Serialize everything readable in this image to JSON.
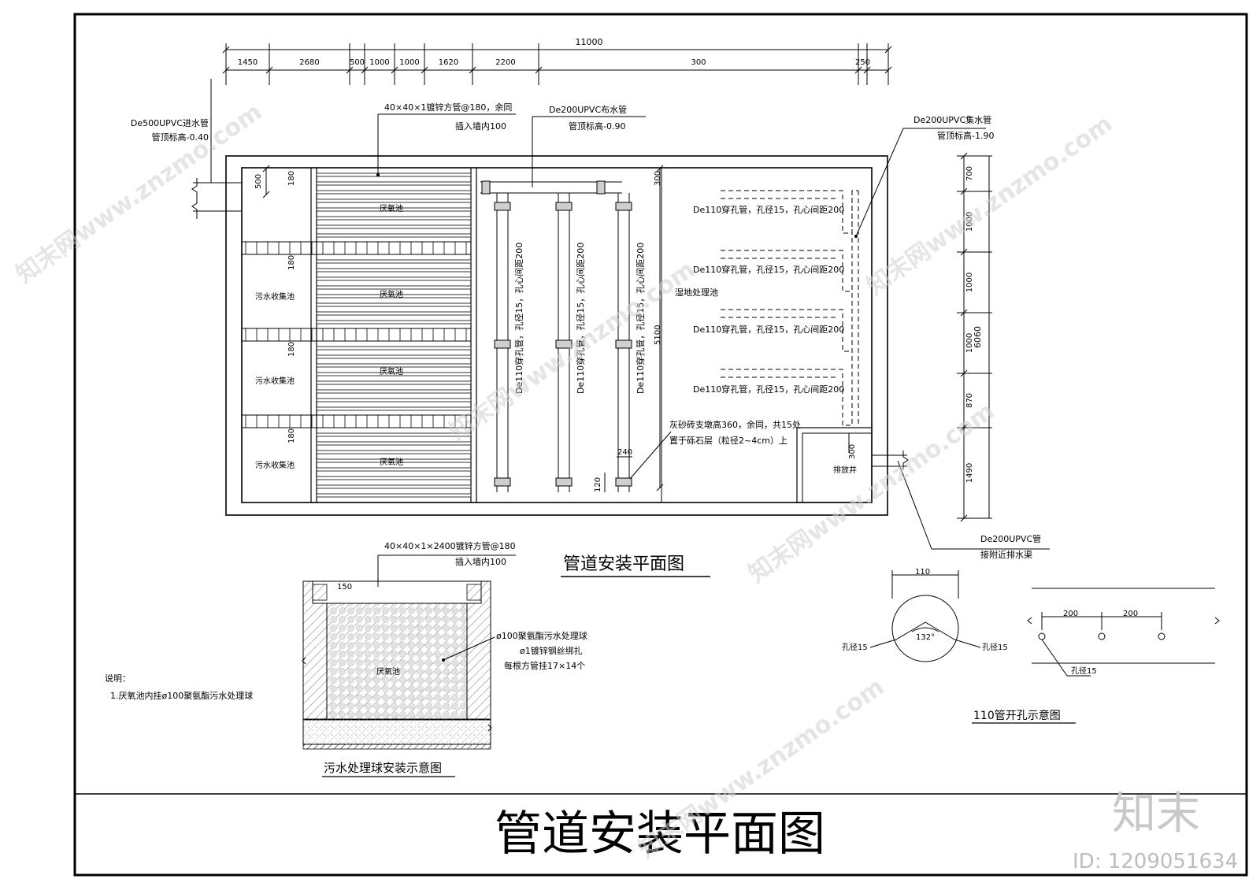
{
  "main_title": "管道安装平面图",
  "plan_title": "管道安装平面图",
  "dims_top": {
    "total": "11000",
    "segments": [
      "1450",
      "2680",
      "500",
      "1000",
      "1000",
      "1620",
      "2200",
      "300",
      "250"
    ]
  },
  "dims_right": {
    "total": "6060",
    "segments": [
      "700",
      "1000",
      "1000",
      "1000",
      "870",
      "1490"
    ]
  },
  "dims_inner": {
    "d500": "500",
    "d180": "180",
    "d300_top": "300",
    "d5100": "5100",
    "d240": "240",
    "d120": "120",
    "d300_pit": "300"
  },
  "labels": {
    "inlet_pipe_1": "De500UPVC进水管",
    "inlet_pipe_2": "管顶标高-0.40",
    "square_tube_1": "40×40×1镀锌方管@180，余同",
    "square_tube_2": "插入墙内100",
    "dist_pipe_1": "De200UPVC布水管",
    "dist_pipe_2": "管顶标高-0.90",
    "collect_pipe_1": "De200UPVC集水管",
    "collect_pipe_2": "管顶标高-1.90",
    "anaerobic_tank": "厌氧池",
    "sewage_collect": "污水收集池",
    "wetland": "湿地处理池",
    "perf_pipe_vert": "De110穿孔管，孔径15，孔心间距200",
    "perf_pipe_horz": "De110穿孔管，孔径15，孔心间距200",
    "brick_pier_1": "灰砂砖支墩高360，余同，共15处",
    "brick_pier_2": "置于砾石层（粒径2~4cm）上",
    "drain_well": "排放井",
    "outlet_1": "De200UPVC管",
    "outlet_2": "接附近排水渠"
  },
  "detail_ball": {
    "tube_1": "40×40×1×2400镀锌方管@180",
    "tube_2": "插入墙内100",
    "dim150": "150",
    "tank": "厌氧池",
    "ball_1": "ø100聚氨酯污水处理球",
    "ball_2": "ø1镀锌钢丝绑扎",
    "ball_3": "每根方管挂17×14个",
    "title": "污水处理球安装示意图"
  },
  "notes": {
    "title": "说明：",
    "item1": "1.厌氧池内挂ø100聚氨酯污水处理球"
  },
  "detail_pipe": {
    "dia": "110",
    "angle": "132°",
    "hole_left": "孔径15",
    "hole_right": "孔径15",
    "spacing1": "200",
    "spacing2": "200",
    "hole_bottom": "孔径15",
    "title": "110管开孔示意图"
  },
  "watermark": {
    "brand": "知末",
    "id": "ID: 1209051634",
    "site": "知末网www.znzmo.com"
  }
}
